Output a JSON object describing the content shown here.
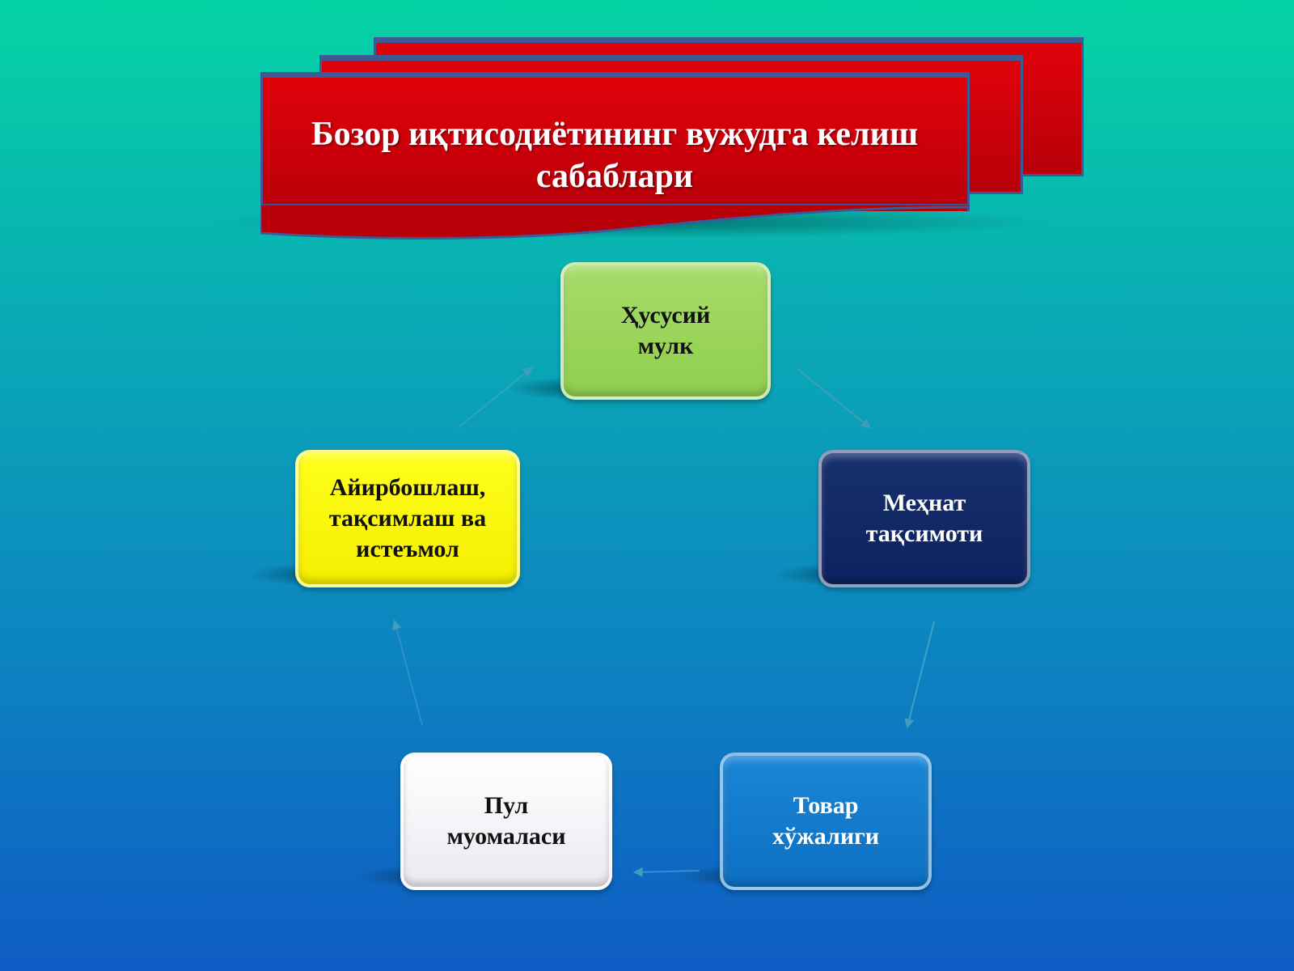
{
  "title": {
    "text": "Бозор иқтисодиётининг вужудга келиш сабаблари"
  },
  "nodes": {
    "top": "Ҳусусий\nмулк",
    "right": "Меҳнат\nтақсимоти",
    "bottom_right": "Товар\nхўжалиги",
    "bottom_left": "Пул\nмуомаласи",
    "left": "Айирбошлаш,\nтақсимлаш ва\nистеъмол"
  },
  "colors": {
    "banner": "#d0000a",
    "node_top": "#94d254",
    "node_right": "#12286a",
    "node_bottom_right": "#137ccd",
    "node_bottom_left": "#f4f2f6",
    "node_left": "#ffff00"
  }
}
